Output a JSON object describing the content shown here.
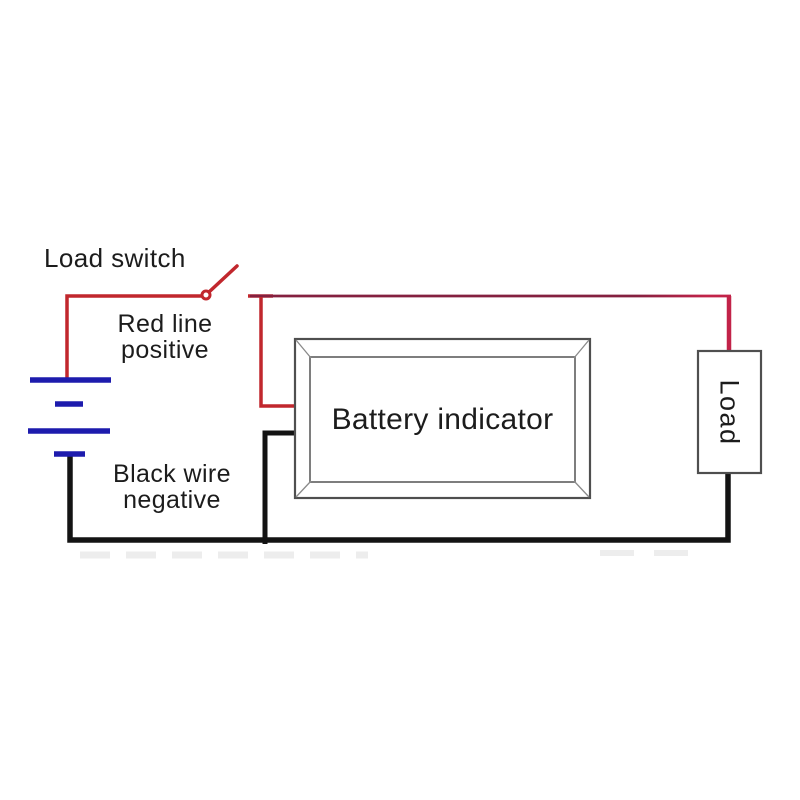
{
  "diagram": {
    "labels": {
      "load_switch": "Load switch",
      "red_line_1": "Red line",
      "red_line_2": "positive",
      "black_wire_1": "Black wire",
      "black_wire_2": "negative",
      "battery_indicator": "Battery indicator",
      "load": "Load"
    },
    "colors": {
      "wire_red": "#c1272d",
      "wire_maroon": "#84203f",
      "wire_crimson": "#c22349",
      "wire_black": "#131313",
      "battery_blue": "#1d1bad",
      "frame_gray": "#4f4f4f",
      "frame_inner_gray": "#707070",
      "frame_diag_gray": "#8a8a8a",
      "text": "#1c1c1c",
      "watermark": "#ededed"
    }
  }
}
